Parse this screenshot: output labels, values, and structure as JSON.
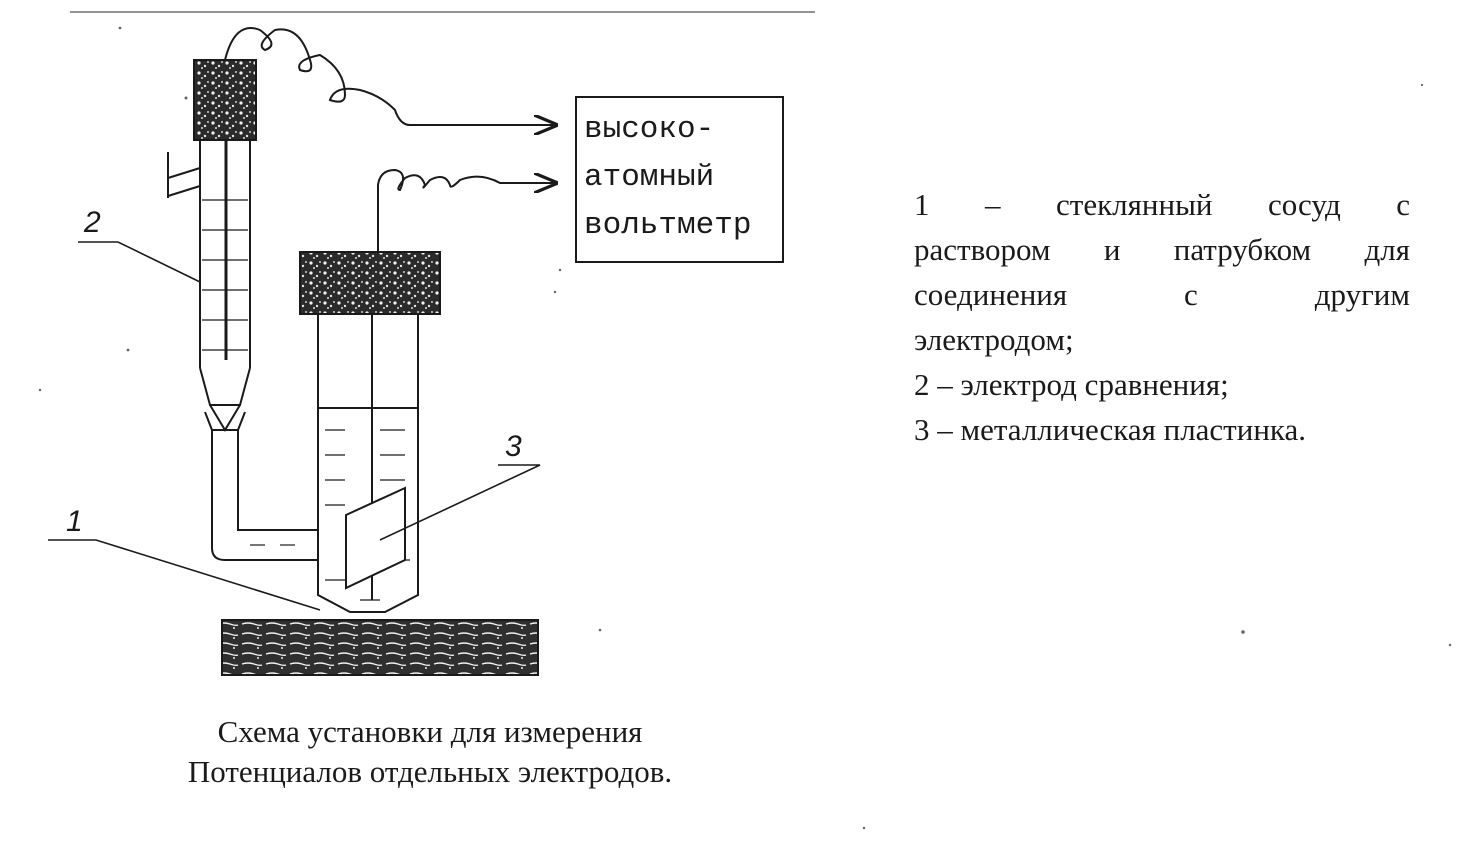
{
  "voltmeter": {
    "lines": [
      "высоко-",
      "атомный",
      "вольтметр"
    ]
  },
  "labels": {
    "one": "1",
    "two": "2",
    "three": "3"
  },
  "legend": {
    "item1_lines": [
      "1 – стеклянный сосуд с",
      "раствором и патрубком для",
      "соединения с другим",
      "электродом;"
    ],
    "item2": "2 – электрод сравнения;",
    "item3": "3 – металлическая пластинка."
  },
  "caption": {
    "lines": [
      "Схема установки для измерения",
      "Потенциалов отдельных электродов."
    ]
  }
}
